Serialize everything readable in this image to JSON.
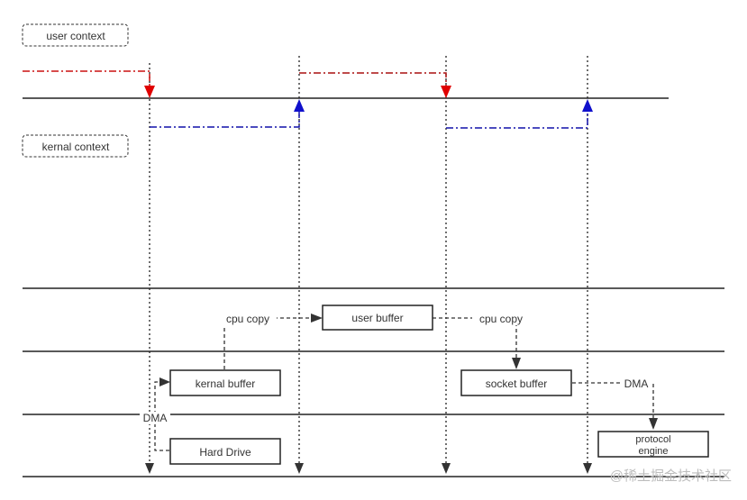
{
  "labels": {
    "user_context": "user context",
    "kernal_context": "kernal context",
    "cpu_copy_1": "cpu copy",
    "cpu_copy_2": "cpu copy",
    "dma_1": "DMA",
    "dma_2": "DMA"
  },
  "boxes": {
    "user_buffer": "user buffer",
    "kernal_buffer": "kernal buffer",
    "socket_buffer": "socket buffer",
    "hard_drive": "Hard Drive",
    "protocol_engine_line1": "protocol",
    "protocol_engine_line2": "engine"
  },
  "watermark": "@稀土掘金技术社区",
  "colors": {
    "line": "#222222",
    "user_to_kernel": "#cc1111",
    "kernel_to_user": "#1111aa",
    "box_stroke": "#222222",
    "text": "#333333",
    "watermark": "#bbbbbb"
  }
}
